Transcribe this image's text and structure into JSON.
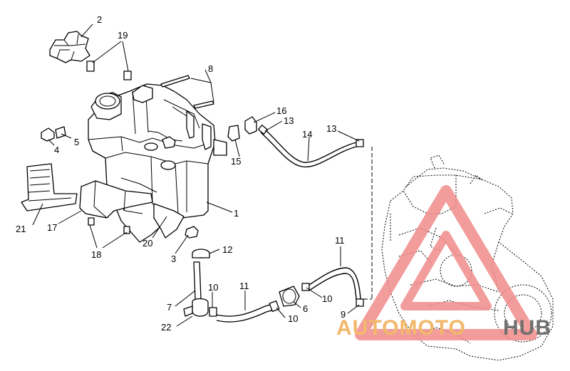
{
  "callouts": [
    {
      "num": "1"
    },
    {
      "num": "2"
    },
    {
      "num": "3"
    },
    {
      "num": "4"
    },
    {
      "num": "5"
    },
    {
      "num": "6"
    },
    {
      "num": "7"
    },
    {
      "num": "8"
    },
    {
      "num": "9"
    },
    {
      "num": "10"
    },
    {
      "num": "10"
    },
    {
      "num": "10"
    },
    {
      "num": "11"
    },
    {
      "num": "11"
    },
    {
      "num": "12"
    },
    {
      "num": "13"
    },
    {
      "num": "13"
    },
    {
      "num": "14"
    },
    {
      "num": "15"
    },
    {
      "num": "16"
    },
    {
      "num": "17"
    },
    {
      "num": "18"
    },
    {
      "num": "19"
    },
    {
      "num": "20"
    },
    {
      "num": "21"
    },
    {
      "num": "22"
    }
  ],
  "watermark": {
    "part1": "AUTOMOTO",
    "part2": "HUB",
    "color_primary": "#f2b86b",
    "color_secondary": "#6f6f6f",
    "triangle_color": "#f28b8b"
  }
}
